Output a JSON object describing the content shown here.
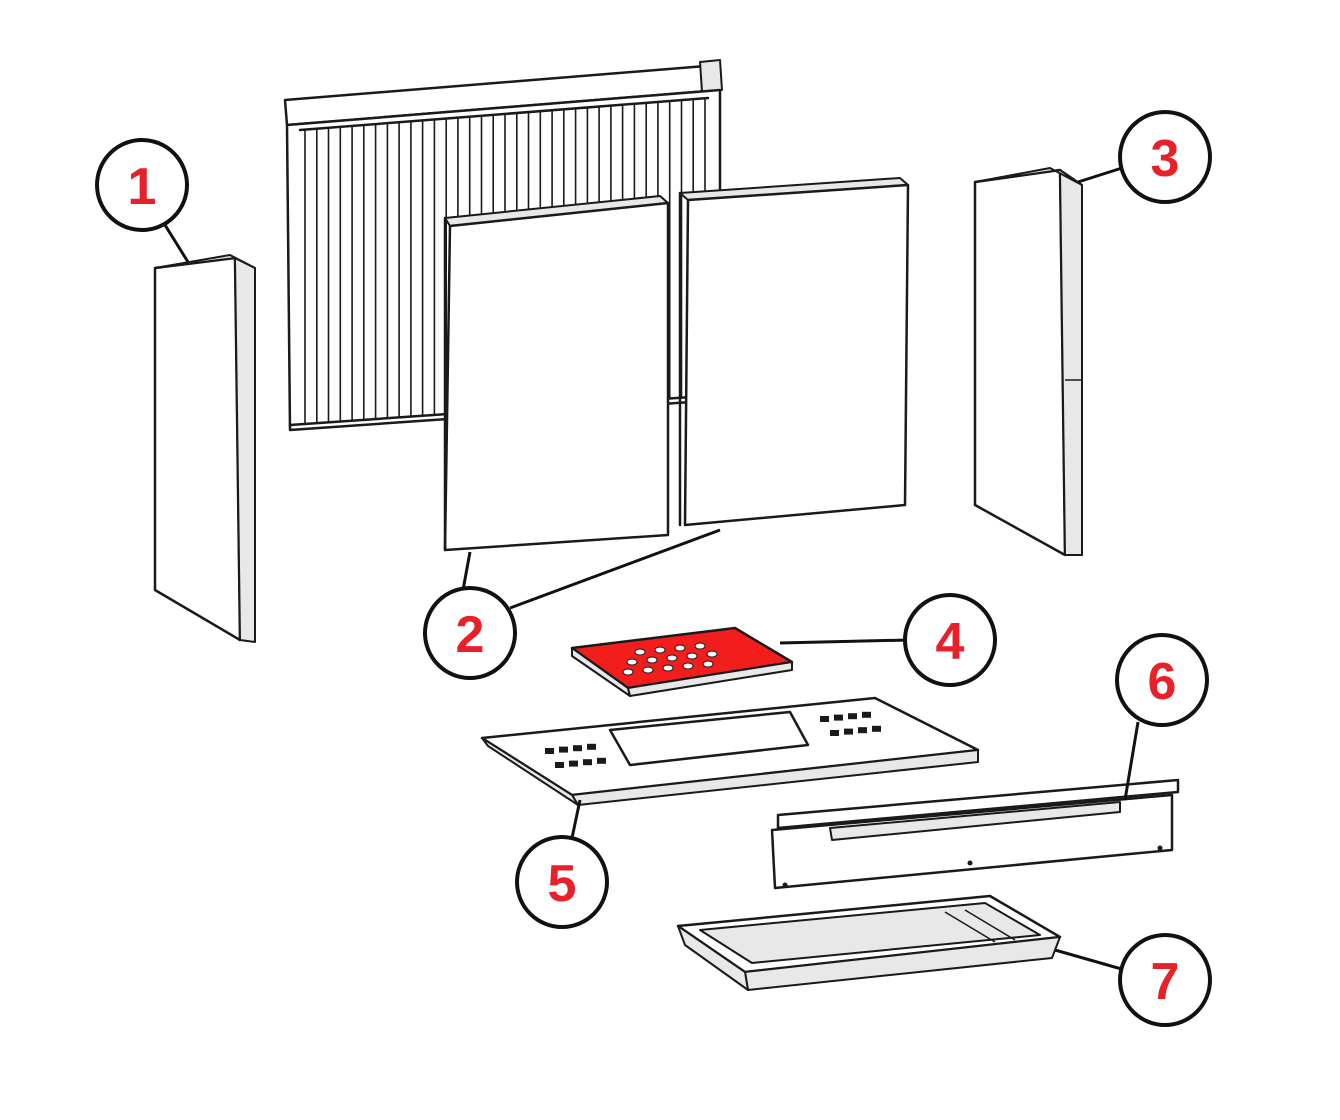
{
  "colors": {
    "callout_number": "#e8202a",
    "highlight_fill": "#f21d1d",
    "line": "#1a1a1a"
  },
  "callouts": [
    {
      "label": "1"
    },
    {
      "label": "2"
    },
    {
      "label": "3"
    },
    {
      "label": "4"
    },
    {
      "label": "5"
    },
    {
      "label": "6"
    },
    {
      "label": "7"
    }
  ]
}
